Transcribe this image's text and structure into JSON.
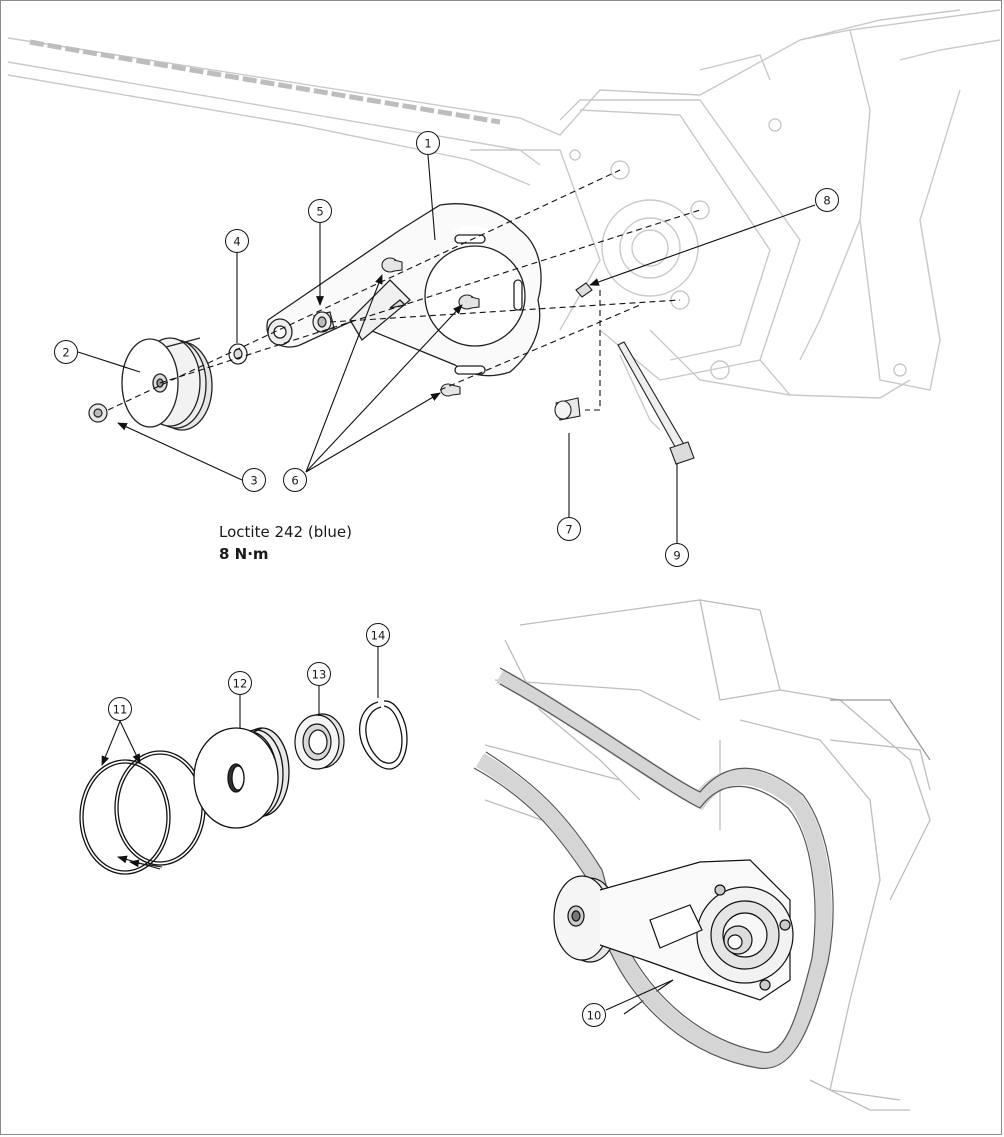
{
  "callouts": {
    "c1": "1",
    "c2": "2",
    "c3": "3",
    "c4": "4",
    "c5": "5",
    "c6": "6",
    "c7": "7",
    "c8": "8",
    "c9": "9",
    "c10": "10",
    "c11": "11",
    "c12": "12",
    "c13": "13",
    "c14": "14"
  },
  "note": {
    "adhesive": "Loctite 242 (blue)",
    "torque": "8 N·m"
  }
}
